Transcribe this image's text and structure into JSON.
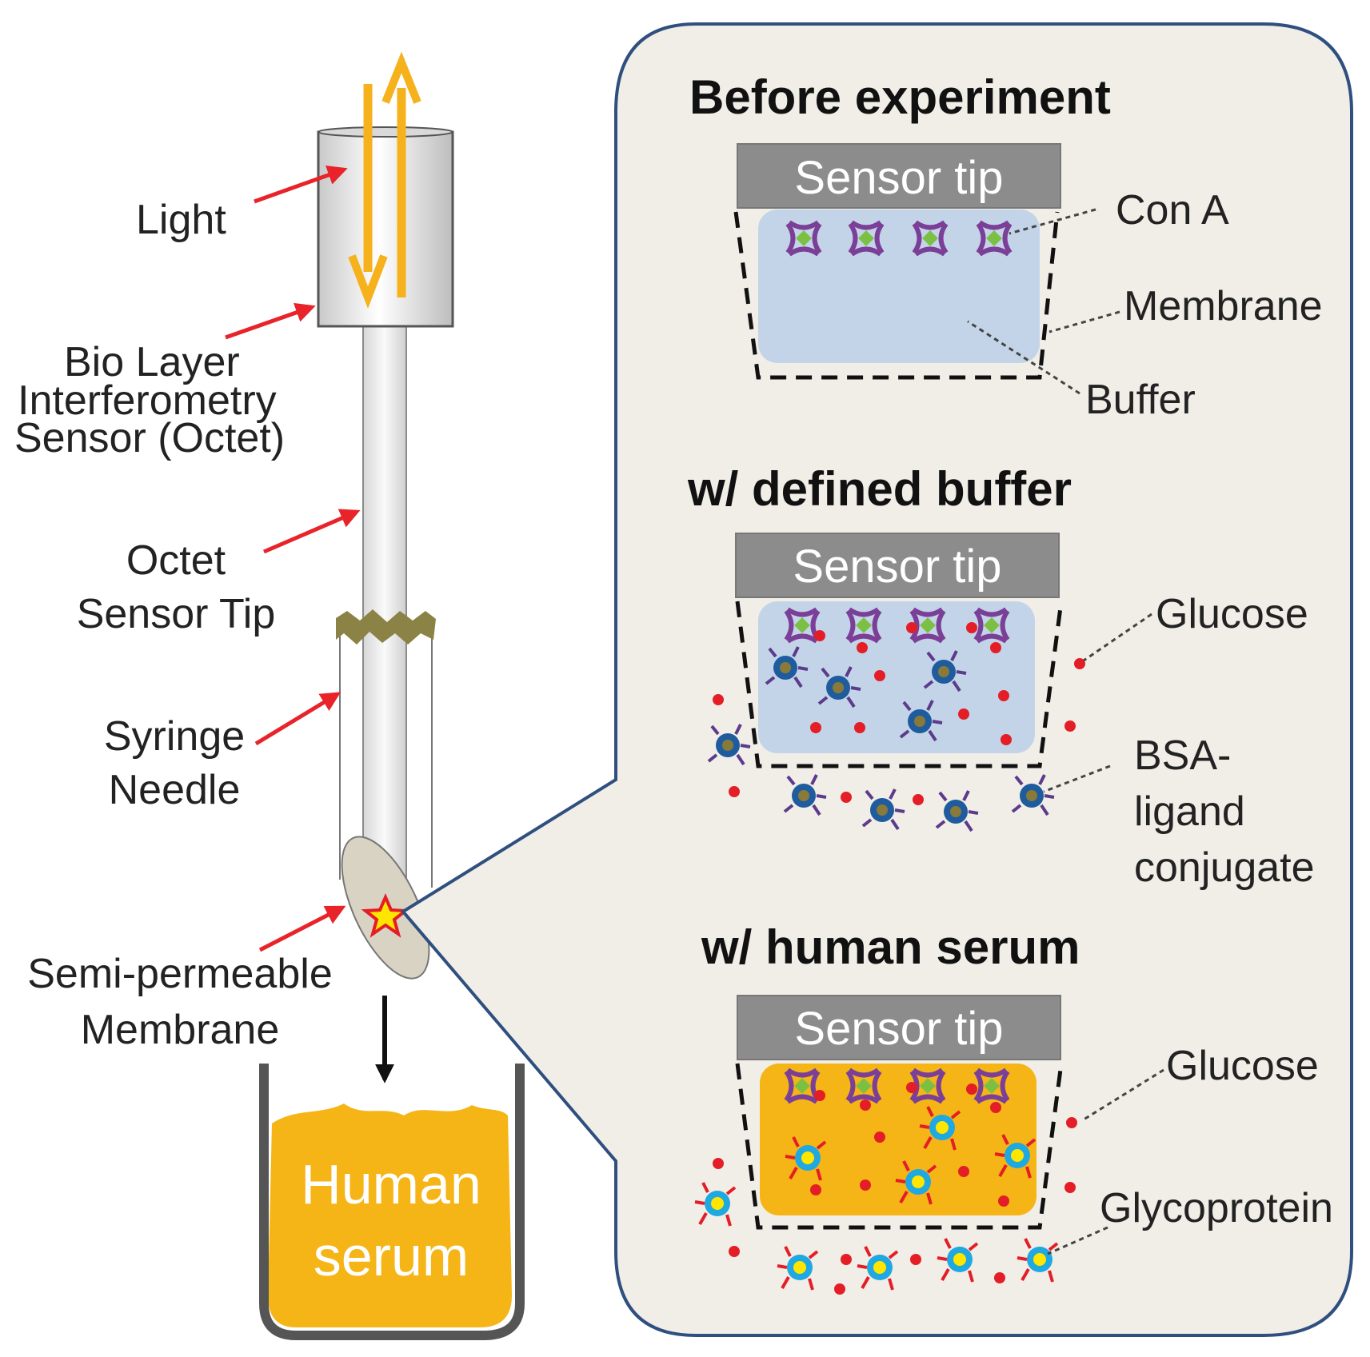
{
  "left_labels": {
    "light": "Light",
    "bli_line1": "Bio Layer",
    "bli_line2": "Interferometry",
    "bli_line3": "Sensor (Octet)",
    "octet_line1": "Octet",
    "octet_line2": "Sensor Tip",
    "syringe_line1": "Syringe",
    "syringe_line2": "Needle",
    "semi_line1": "Semi-permeable",
    "semi_line2": "Membrane",
    "serum_line1": "Human",
    "serum_line2": "serum"
  },
  "panels": [
    {
      "title": "Before experiment",
      "tip_label": "Sensor tip",
      "labels": [
        "Con A",
        "Membrane",
        "Buffer"
      ]
    },
    {
      "title": "w/ defined buffer",
      "tip_label": "Sensor tip",
      "labels": [
        "Glucose",
        "BSA-",
        "ligand",
        "conjugate"
      ]
    },
    {
      "title": "w/ human serum",
      "tip_label": "Sensor tip",
      "labels": [
        "Glucose",
        "Glycoprotein"
      ]
    }
  ],
  "colors": {
    "light_arrow": "#f5b21c",
    "pointer_arrow": "#e8242a",
    "panel_bg": "#f1eee8",
    "panel_border": "#2f4f7f",
    "sensor_tip_bar": "#8c8c8c",
    "buffer_fill": "#c3d4e8",
    "serum_fill": "#f5b516",
    "glucose": "#e41e26",
    "con_a_center": "#7cc043",
    "con_a_arms": "#7b3f98",
    "bsa": "#1f5c9e",
    "glycoprotein_ring": "#20a8e0",
    "glycoprotein_core": "#ffe600"
  }
}
